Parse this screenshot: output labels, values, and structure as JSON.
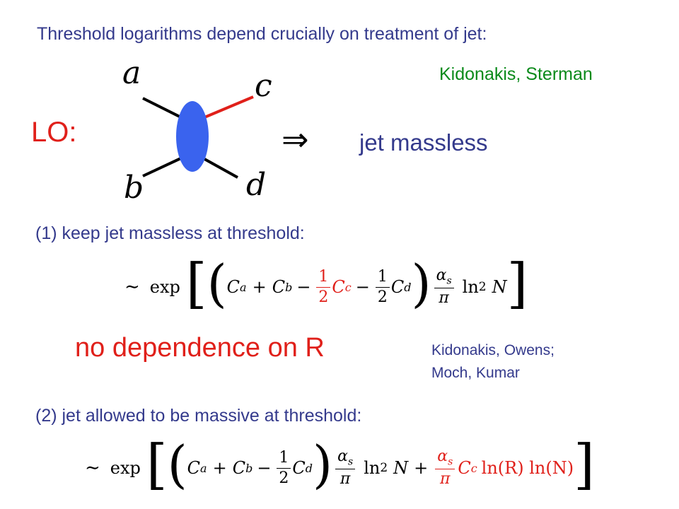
{
  "heading": "Threshold logarithms depend crucially on treatment of jet:",
  "citation_top": "Kidonakis, Sterman",
  "lo_label": "LO:",
  "diagram": {
    "label_a": "a",
    "label_b": "b",
    "label_c": "c",
    "label_d": "d",
    "arrow": "⇒",
    "result": "jet massless",
    "colors": {
      "blob": "#3a63ee",
      "jet_line": "#e0201a",
      "lines": "#000000"
    }
  },
  "case1": {
    "label": "(1) keep jet massless at threshold:",
    "formula": {
      "tilde": "∼",
      "exp": "exp",
      "c_a": "C",
      "c_a_sub": "a",
      "plus": "+",
      "c_b": "C",
      "c_b_sub": "b",
      "minus1": "−",
      "frac_num": "1",
      "frac_den": "2",
      "c_c": "C",
      "c_c_sub": "c",
      "minus2": "−",
      "c_d": "C",
      "c_d_sub": "d",
      "alpha_num": "α",
      "alpha_sub": "s",
      "pi": "π",
      "ln": "ln",
      "ln_sup": "2",
      "N": "N"
    },
    "conclusion": "no dependence on R",
    "citation": [
      "Kidonakis, Owens;",
      "Moch, Kumar"
    ]
  },
  "case2": {
    "label": "(2) jet allowed to be massive at threshold:",
    "formula": {
      "tilde": "∼",
      "exp": "exp",
      "c_a": "C",
      "c_a_sub": "a",
      "plus": "+",
      "c_b": "C",
      "c_b_sub": "b",
      "minus": "−",
      "frac_num": "1",
      "frac_den": "2",
      "c_d": "C",
      "c_d_sub": "d",
      "alpha_num": "α",
      "alpha_sub": "s",
      "pi": "π",
      "ln": "ln",
      "ln_sup": "2",
      "N": "N",
      "plus2": "+",
      "red_alpha": "α",
      "red_alpha_sub": "s",
      "red_pi": "π",
      "red_c": "C",
      "red_c_sub": "c",
      "red_tail": "ln(R) ln(N)"
    }
  }
}
